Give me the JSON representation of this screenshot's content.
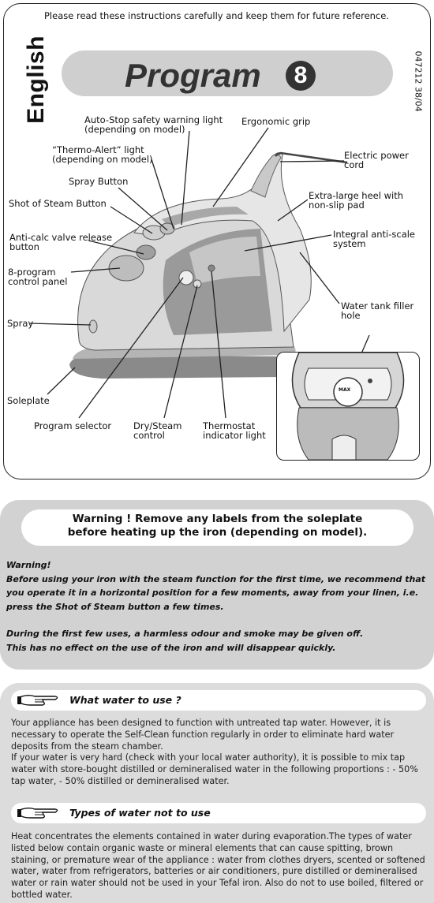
{
  "header": {
    "intro": "Please read these instructions carefully and keep them for future reference.",
    "language": "English",
    "doc_ref": "047212 38/04",
    "program_title": "Program",
    "program_number": "8"
  },
  "labels": {
    "auto_stop": "Auto-Stop safety warning light\n(depending on model)",
    "ergonomic_grip": "Ergonomic grip",
    "thermo_alert": "“Thermo-Alert” light\n(depending on model)",
    "electric_cord": "Electric power\ncord",
    "spray_button": "Spray Button",
    "heel": "Extra-large heel with\nnon-slip pad",
    "shot_of_steam": "Shot of Steam Button",
    "anti_calc": "Anti-calc valve release\nbutton",
    "anti_scale": "Integral anti-scale\nsystem",
    "control_panel": "8-program\ncontrol panel",
    "water_tank": "Water tank filler\nhole",
    "spray": "Spray",
    "soleplate": "Soleplate",
    "program_selector": "Program selector",
    "dry_steam": "Dry/Steam\ncontrol",
    "thermostat": "Thermostat\nindicator light",
    "inset_max": "MAX"
  },
  "warning": {
    "title": "Warning ! Remove any labels from the soleplate\nbefore heating up the iron (depending on model).",
    "heading": "Warning!",
    "para1": "Before using your iron with the steam function for the first time, we recommend that you operate it in a horizontal position for a few moments, away from your linen, i.e. press the Shot of Steam button a few times.",
    "para2": "During the first few uses, a harmless odour and smoke may be given off.\nThis has no effect on the use of the iron and will disappear quickly."
  },
  "water": {
    "section1_title": "What water to use ?",
    "section1_para1": "Your appliance has been designed to function with untreated tap water. However, it is necessary to operate the Self-Clean function regularly in order to eliminate hard water deposits from the steam chamber.",
    "section1_para2": "If your water is very hard (check with your local water authority), it is possible to mix tap water with store-bought distilled or demineralised water in the following proportions : - 50% tap water, - 50% distilled or demineralised water.",
    "section2_title": "Types of water not to use",
    "section2_para": "Heat concentrates the elements contained in water during evaporation.The types of water listed below contain organic waste or mineral elements that can cause spitting, brown staining, or premature wear of the appliance : water from clothes dryers, scented or softened water, water from refrigerators, batteries or air conditioners, pure distilled or demineralised water or rain water should not be used in your Tefal iron. Also do not to use boiled, filtered or bottled water."
  },
  "icons": {
    "pointing_hand": "pointing-hand-icon"
  }
}
